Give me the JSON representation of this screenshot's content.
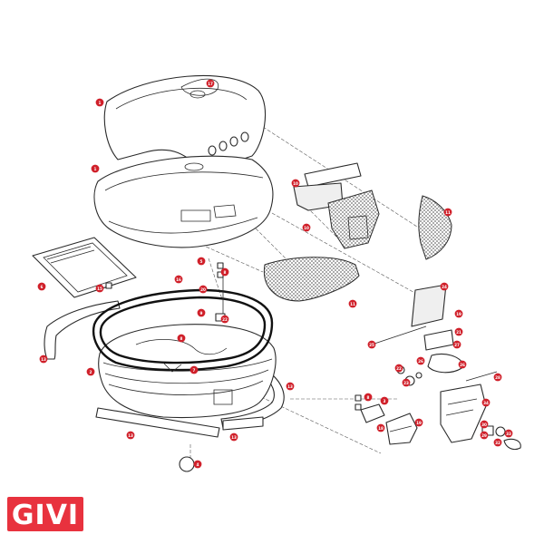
{
  "brand": {
    "logo_text": "GIVI",
    "logo_color": "#e8323e"
  },
  "callout_color": "#d0202a",
  "callouts": [
    {
      "id": "lid-top",
      "label": "1"
    },
    {
      "id": "lid-badge",
      "label": "17"
    },
    {
      "id": "lid-inner",
      "label": "1"
    },
    {
      "id": "panel-tray",
      "label": "6"
    },
    {
      "id": "tray-clip",
      "label": "15"
    },
    {
      "id": "reflector-strip-left",
      "label": "13"
    },
    {
      "id": "reflector-strip-lower",
      "label": "13"
    },
    {
      "id": "reflector-strip-right",
      "label": "13"
    },
    {
      "id": "reflector-strip-bottom",
      "label": "13"
    },
    {
      "id": "seal-gasket",
      "label": "20"
    },
    {
      "id": "base-shell",
      "label": "2"
    },
    {
      "id": "inner-strap",
      "label": "8"
    },
    {
      "id": "hinge-screw",
      "label": "5"
    },
    {
      "id": "hinge-pin",
      "label": "8"
    },
    {
      "id": "hinge-nut",
      "label": "9"
    },
    {
      "id": "hinge-bolt",
      "label": "16"
    },
    {
      "id": "hinge-rod",
      "label": "22"
    },
    {
      "id": "foot-knob",
      "label": "4"
    },
    {
      "id": "label-sticker",
      "label": "7"
    },
    {
      "id": "mesh-panel-label",
      "label": "10"
    },
    {
      "id": "mesh-pocket",
      "label": "10"
    },
    {
      "id": "mesh-liner",
      "label": "11"
    },
    {
      "id": "mesh-side",
      "label": "11"
    },
    {
      "id": "back-plate",
      "label": "24"
    },
    {
      "id": "lock-spring",
      "label": "19"
    },
    {
      "id": "lock-pin",
      "label": "21"
    },
    {
      "id": "lock-nut",
      "label": "27"
    },
    {
      "id": "lock-washer",
      "label": "26"
    },
    {
      "id": "lock-rod-left",
      "label": "25"
    },
    {
      "id": "lock-rod-right",
      "label": "28"
    },
    {
      "id": "lock-screw-a",
      "label": "22"
    },
    {
      "id": "lock-screw-b",
      "label": "23"
    },
    {
      "id": "lock-body",
      "label": "34"
    },
    {
      "id": "lock-cylinder",
      "label": "30"
    },
    {
      "id": "lock-clip",
      "label": "29"
    },
    {
      "id": "latch-screw",
      "label": "8"
    },
    {
      "id": "latch-hinge",
      "label": "3"
    },
    {
      "id": "latch-base",
      "label": "18"
    },
    {
      "id": "latch-block",
      "label": "19"
    },
    {
      "id": "key",
      "label": "33"
    },
    {
      "id": "key-barrel",
      "label": "32"
    },
    {
      "id": "lock-cam",
      "label": "26"
    }
  ]
}
